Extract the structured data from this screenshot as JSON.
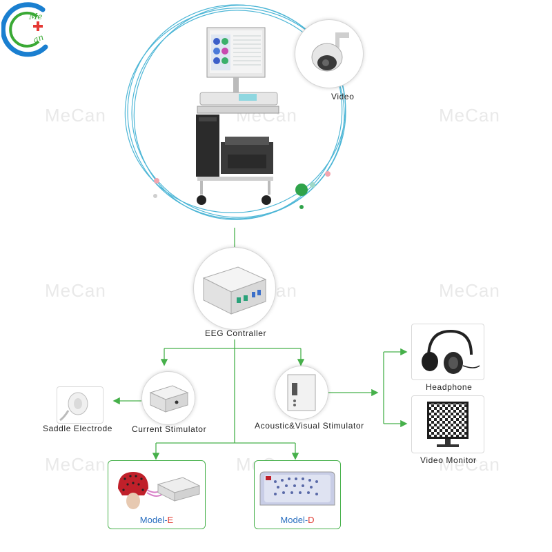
{
  "logo": {
    "text": "MeCan",
    "colors": {
      "green": "#3aa935",
      "blue": "#1a7fd0",
      "red": "#e53935"
    }
  },
  "watermark": "MeCan",
  "labels": {
    "video": "Video",
    "eeg_controller": "EEG  Contraller",
    "saddle_electrode": "Saddle   Electrode",
    "current_stimulator": "Current   Stimulator",
    "acoustic_visual_stimulator": "Acoustic&Visual  Stimulator",
    "headphone": "Headphone",
    "video_monitor": "Video   Monitor",
    "model_e_prefix": "Model-",
    "model_e_suffix": "E",
    "model_d_prefix": "Model-",
    "model_d_suffix": "D"
  },
  "colors": {
    "connector": "#46b04a",
    "ring": "#4db6d6",
    "model_text": "#2a6fc0",
    "model_suffix": "#e0392f"
  }
}
